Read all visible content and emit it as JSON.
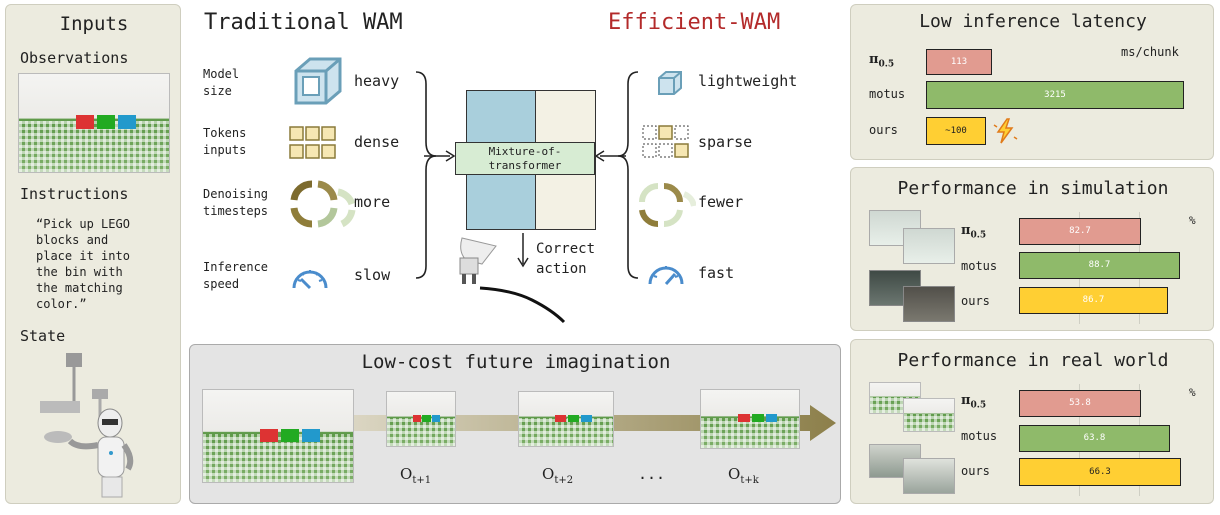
{
  "inputs": {
    "title": "Inputs",
    "observations_label": "Observations",
    "instructions_label": "Instructions",
    "instruction_text": [
      "“Pick up LEGO",
      "blocks and",
      "place it into",
      "the bin with",
      "the matching",
      "color.”"
    ],
    "state_label": "State"
  },
  "comparison": {
    "left_title": "Traditional WAM",
    "right_title": "Efficient-WAM",
    "rows": [
      {
        "category": [
          "Model",
          "size"
        ],
        "traditional": "heavy",
        "efficient": "lightweight"
      },
      {
        "category": [
          "Tokens",
          "inputs"
        ],
        "traditional": "dense",
        "efficient": "sparse"
      },
      {
        "category": [
          "Denoising",
          "timesteps"
        ],
        "traditional": "more",
        "efficient": "fewer"
      },
      {
        "category": [
          "Inference",
          "speed"
        ],
        "traditional": "slow",
        "efficient": "fast"
      }
    ],
    "center_label": [
      "Mixture-of-",
      "transformer"
    ],
    "action_label": [
      "Correct",
      "action"
    ]
  },
  "imagination": {
    "title": "Low-cost future imagination",
    "frames": [
      "O",
      "O",
      "O"
    ],
    "frame_subs": [
      "t+1",
      "t+2",
      "t+k"
    ],
    "ellipsis": "..."
  },
  "colors": {
    "pi": "#e19b90",
    "motus": "#8fba6a",
    "ours": "#ffcf33",
    "accent_red": "#b32a2a",
    "blue_block": "#a9cfdc",
    "cream_block": "#f3f1e4",
    "mot_box": "#d7ecd3"
  },
  "latency": {
    "title": "Low inference latency",
    "unit": "ms/chunk",
    "labels": [
      "π",
      "motus",
      "ours"
    ],
    "pi_sub": "0.5",
    "values": [
      113,
      3215,
      100
    ],
    "value_labels": [
      "113",
      "3215",
      "~100"
    ],
    "icon": "lightning-icon"
  },
  "chart_data": [
    {
      "type": "bar",
      "title": "Low inference latency",
      "ylabel": "ms/chunk",
      "categories": [
        "π0.5",
        "motus",
        "ours"
      ],
      "values": [
        113,
        3215,
        100
      ]
    },
    {
      "type": "bar",
      "title": "Performance in simulation",
      "ylabel": "%",
      "categories": [
        "π0.5",
        "motus",
        "ours"
      ],
      "values": [
        82.7,
        88.7,
        86.7
      ]
    },
    {
      "type": "bar",
      "title": "Performance in real world",
      "ylabel": "%",
      "categories": [
        "π0.5",
        "motus",
        "ours"
      ],
      "values": [
        53.8,
        63.8,
        66.3
      ]
    }
  ],
  "simulation": {
    "title": "Performance in simulation",
    "unit": "%",
    "labels": [
      "π",
      "motus",
      "ours"
    ],
    "pi_sub": "0.5",
    "value_labels": [
      "82.7",
      "88.7",
      "86.7"
    ]
  },
  "real": {
    "title": "Performance in real world",
    "unit": "%",
    "labels": [
      "π",
      "motus",
      "ours"
    ],
    "pi_sub": "0.5",
    "value_labels": [
      "53.8",
      "63.8",
      "66.3"
    ]
  }
}
